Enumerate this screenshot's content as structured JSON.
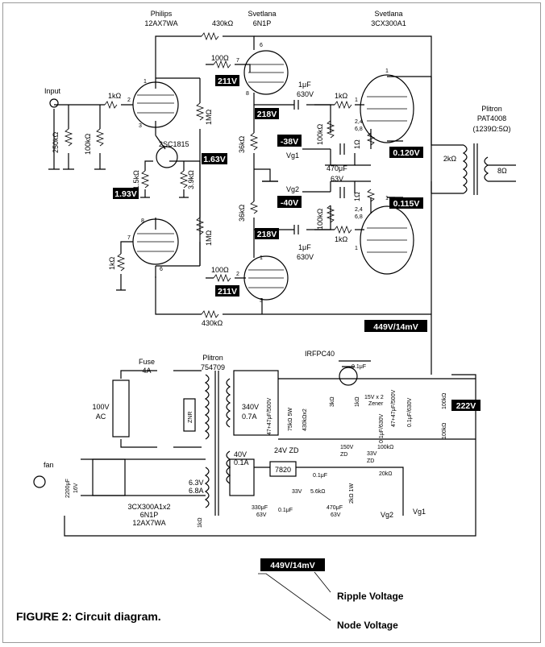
{
  "tubes": {
    "philips": {
      "maker": "Philips",
      "model": "12AX7WA"
    },
    "svetlana_driver": {
      "maker": "Svetlana",
      "model": "6N1P"
    },
    "svetlana_output": {
      "maker": "Svetlana",
      "model": "3CX300A1"
    }
  },
  "transformer_out": {
    "maker": "Plitron",
    "model": "PAT4008",
    "ratio": "(1239Ω:5Ω)",
    "primary": "2kΩ",
    "secondary": "8Ω"
  },
  "power_transformer": {
    "maker": "Plitron",
    "model": "754709"
  },
  "labels": {
    "input": "Input",
    "r_430k_top": "430kΩ",
    "r_430k_bot": "430kΩ",
    "r_100_top": "100Ω",
    "r_100_bot": "100Ω",
    "r_1k_in": "1kΩ",
    "r_250k": "250kΩ",
    "r_100k_in": "100kΩ",
    "r_1k_grid_top": "1kΩ",
    "r_1k_grid_bot": "1kΩ",
    "c_1u_top": "1μF",
    "c_630_top": "630V",
    "c_1u_bot": "1μF",
    "c_630_bot": "630V",
    "r_1m_a": "1MΩ",
    "r_1m_b": "1MΩ",
    "r_36k_a": "36kΩ",
    "r_36k_b": "36kΩ",
    "r_100k_g1": "100kΩ",
    "r_100k_g2": "100kΩ",
    "r_1k_lower": "1kΩ",
    "r_1_5k": "1.5kΩ",
    "r_3_9k": "3.9kΩ",
    "transistor": "2SC1815",
    "vg1": "Vg1",
    "vg2": "Vg2",
    "c_470u": "470μF",
    "c_63v": "63V",
    "r_1_a": "1Ω",
    "r_1_b": "1Ω",
    "pins_a": "2,4",
    "pins_a2": "6,8",
    "pins_b": "2,4",
    "pins_b2": "6,8",
    "fuse": "Fuse",
    "fuse_val": "4A",
    "ac": "100V",
    "ac2": "AC",
    "znr": "ZNR",
    "irfpc40": "IRFPC40",
    "c_01u_a": "0.1μF",
    "zener": "15V x 2",
    "zener2": "Zener",
    "sec_340": "340V",
    "sec_07": "0.7A",
    "cap_47a": "47+47μF/500V",
    "r_75k": "75kΩ 5W",
    "r_430kx2": "430kΩx2",
    "r_3k": "3kΩ",
    "r_1k_ps": "1kΩ",
    "c_01_630": "0.1μF/630V",
    "cap_47b": "47+47μF/500V",
    "c_01_630b": "0.1μF/630V",
    "r_100k_ps1": "100kΩ",
    "r_100k_ps2": "100kΩ",
    "r_100k_ps3": "100kΩ",
    "zd_150": "150V",
    "zd_150b": "ZD",
    "zd_33": "33V",
    "zd_33b": "ZD",
    "sec_40": "40V",
    "sec_01": "0.1A",
    "zd_24": "24V ZD",
    "reg": "7820",
    "c_01u_b": "0.1μF",
    "c_01u_c": "0.1μF",
    "r_5_6k": "5.6kΩ",
    "zd_33v": "33V",
    "c_330": "330μF",
    "c_330v": "63V",
    "c_470b": "470μF",
    "c_470bv": "63V",
    "r_2k": "2kΩ 1W",
    "r_20k": "20kΩ",
    "vg2_out": "Vg2",
    "vg1_out": "Vg1",
    "fan": "fan",
    "c_2200": "2200μF",
    "c_16v": "16V",
    "sec_63": "6.3V",
    "sec_68": "6.8A",
    "heaters1": "3CX300A1x2",
    "heaters2": "6N1P",
    "heaters3": "12AX7WA",
    "r_1k_heat": "1kΩ",
    "pin_1a": "1",
    "pin_2a": "2",
    "pin_3a": "3",
    "pin_8a": "8",
    "pin_7a": "7",
    "pin_6a": "6",
    "pin_6b": "6",
    "pin_7b": "7",
    "pin_8b": "8",
    "pin_1b": "1",
    "pin_2b": "2",
    "pin_3b": "3",
    "pin_1c": "1",
    "pin_1d": "1",
    "pin_1e": "1",
    "pin_1f": "1"
  },
  "voltages": {
    "v211_top": "211V",
    "v218_top": "218V",
    "v_neg38": "-38V",
    "v_neg40": "-40V",
    "v218_bot": "218V",
    "v211_bot": "211V",
    "v163": "1.63V",
    "v193": "1.93V",
    "v0120": "0.120V",
    "v0115": "0.115V",
    "v449": "449V/14mV",
    "v222": "222V"
  },
  "legend": {
    "sample": "449V/14mV",
    "ripple": "Ripple Voltage",
    "node": "Node Voltage"
  },
  "caption": "FIGURE 2: Circuit diagram."
}
